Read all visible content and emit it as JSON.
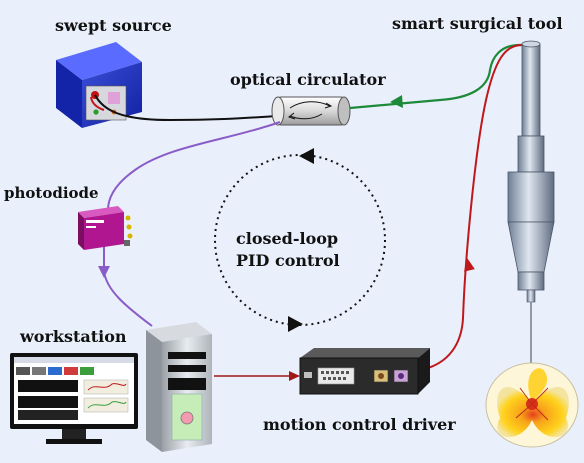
{
  "labels": {
    "swept_source": "swept source",
    "smart_surgical_tool": "smart surgical tool",
    "optical_circulator": "optical circulator",
    "photodiode": "photodiode",
    "workstation": "workstation",
    "motion_control_driver": "motion control driver",
    "closed_loop_line1": "closed-loop",
    "closed_loop_line2": "PID control"
  },
  "colors": {
    "background": "#e9f0fb",
    "fiber_black": "#111111",
    "fiber_green": "#1d8a3a",
    "fiber_red": "#c0171b",
    "fiber_purple": "#8a5cc7",
    "arrow_dark_red": "#a01818",
    "photodiode_body": "#b0168f"
  },
  "icons": {
    "swept_source": "blue-box-icon",
    "optical_circulator": "cylinder-icon",
    "photodiode": "magenta-box-icon",
    "workstation": "monitor-and-tower-icon",
    "motion_control_driver": "controller-box-icon",
    "smart_surgical_tool": "handpiece-icon",
    "sample": "flower-sample-icon"
  }
}
